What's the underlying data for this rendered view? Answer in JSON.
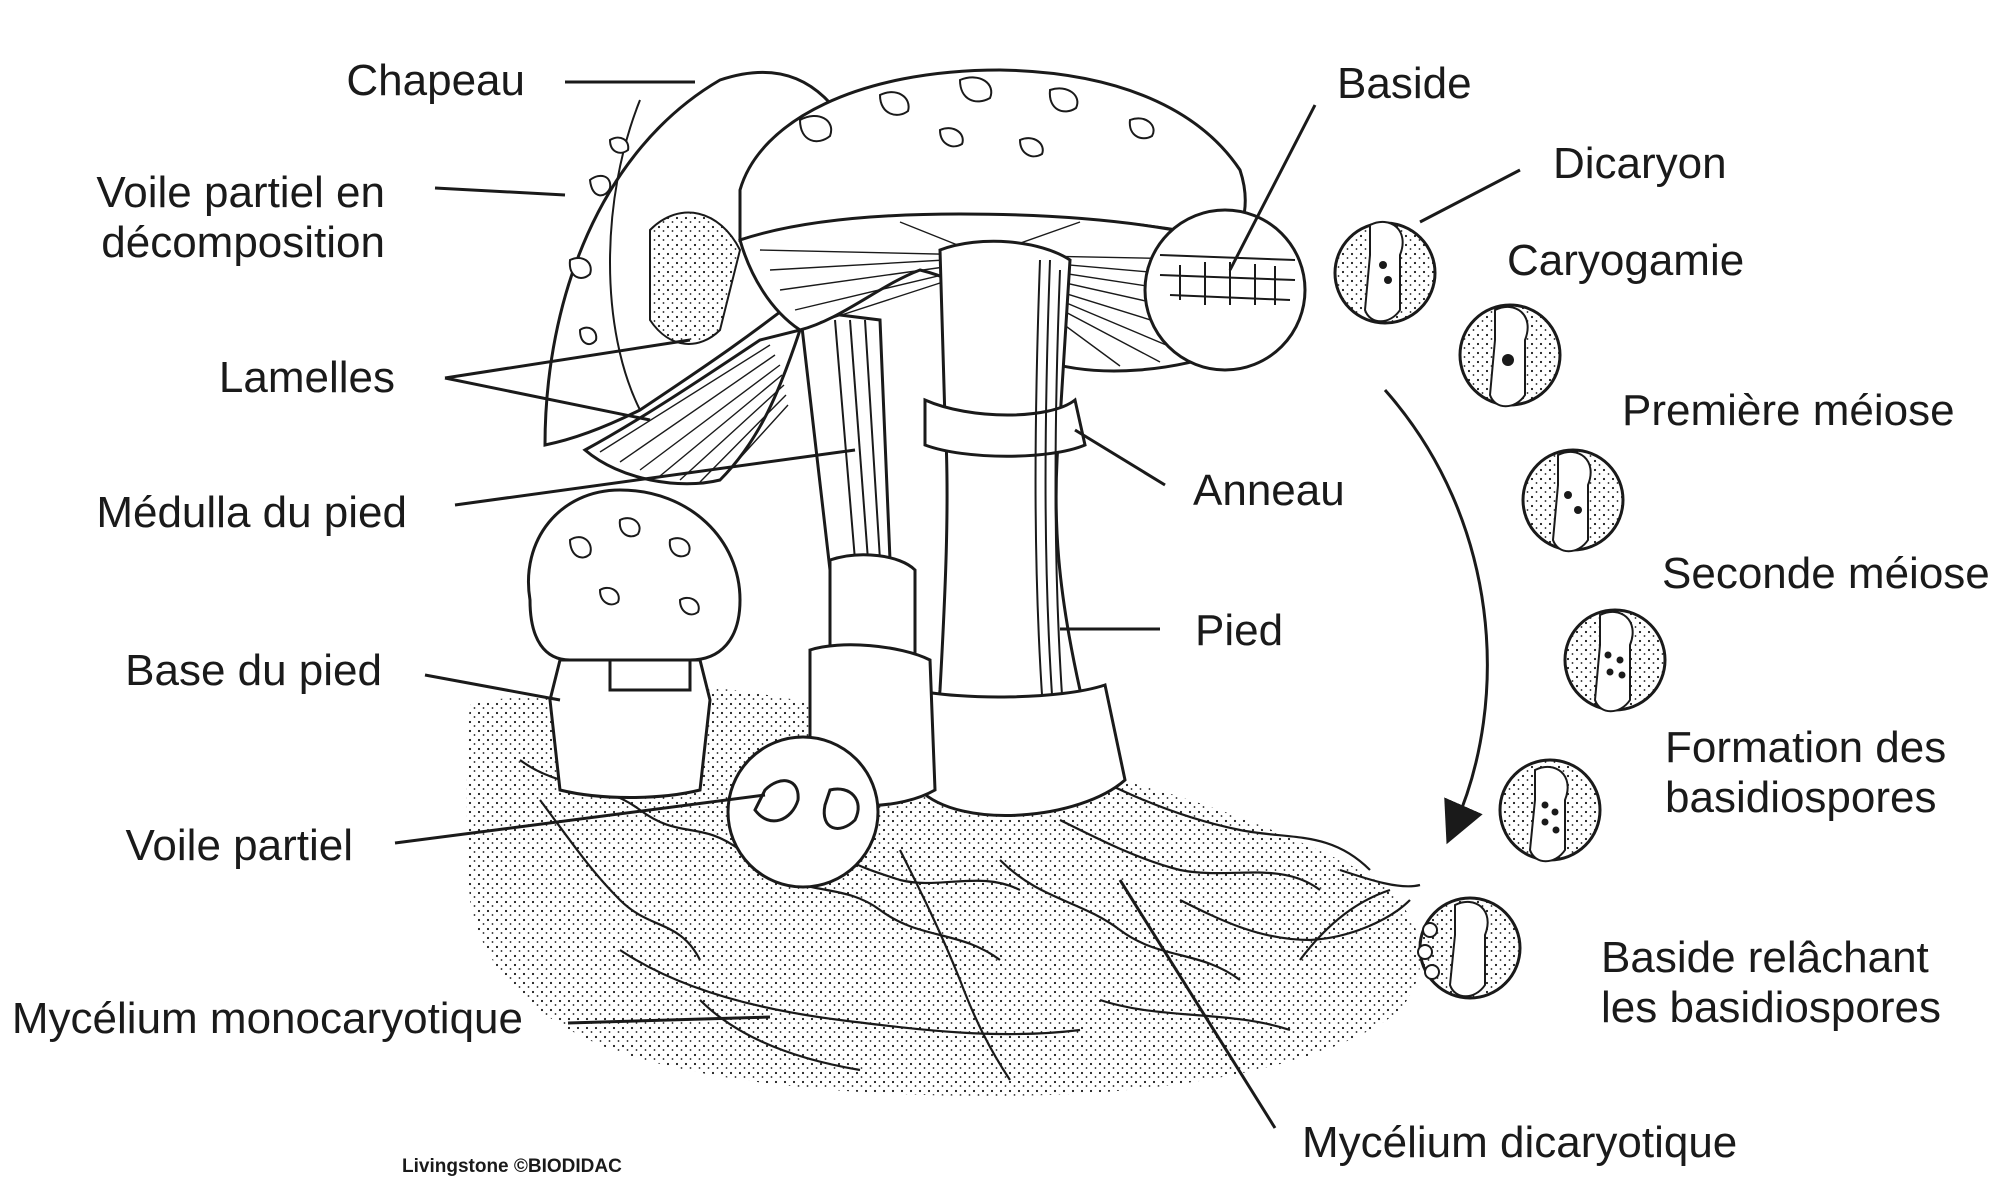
{
  "labels": {
    "chapeau": "Chapeau",
    "voile_decomp_1": "Voile partiel en",
    "voile_decomp_2": "décomposition",
    "lamelles": "Lamelles",
    "medulla": "Médulla du pied",
    "base_pied": "Base du pied",
    "voile_partiel": "Voile partiel",
    "mycelium_mono": "Mycélium monocaryotique",
    "baside": "Baside",
    "dicaryon": "Dicaryon",
    "caryogamie": "Caryogamie",
    "premiere_meiose": "Première méiose",
    "anneau": "Anneau",
    "seconde_meiose": "Seconde méiose",
    "pied": "Pied",
    "formation_1": "Formation des",
    "formation_2": "basidiospores",
    "relachant_1": "Baside relâchant",
    "relachant_2": "les basidiospores",
    "mycelium_di": "Mycélium dicaryotique"
  },
  "credit": "Livingstone ©BIODIDAC",
  "colors": {
    "ink": "#1a1a1a",
    "background": "#ffffff"
  }
}
